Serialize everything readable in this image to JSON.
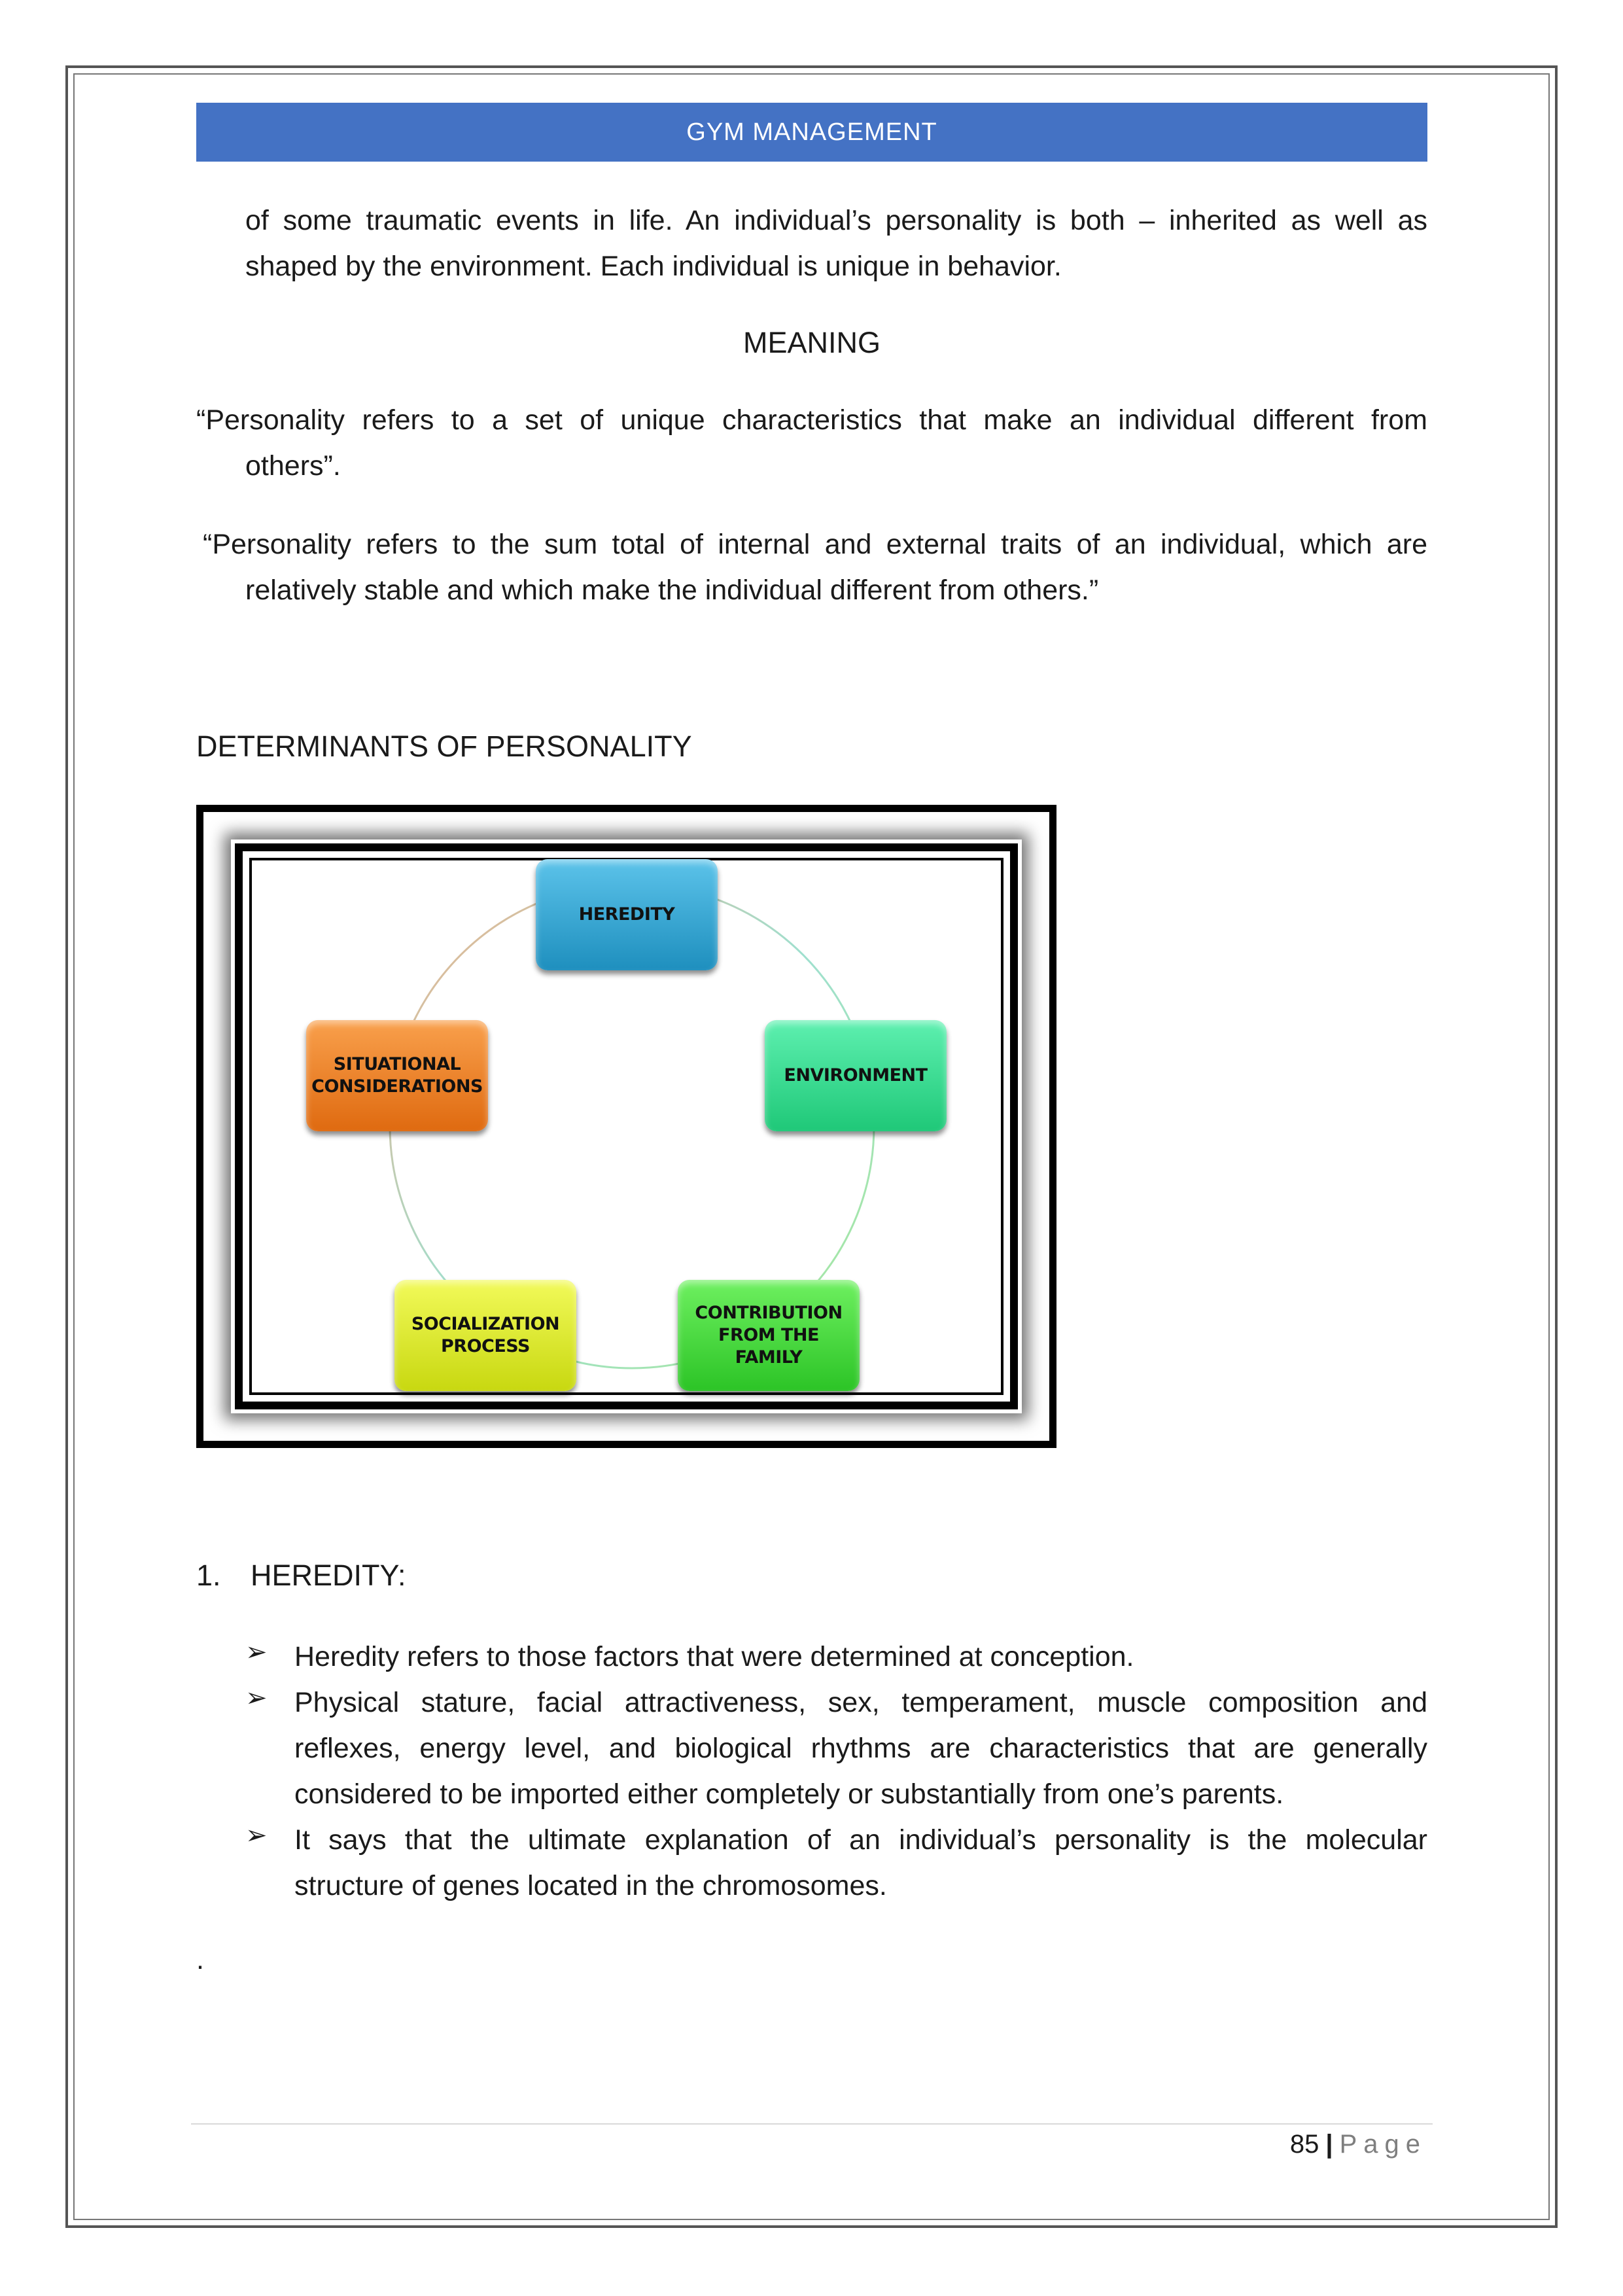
{
  "header": {
    "title": "GYM MANAGEMENT"
  },
  "intro": {
    "line1": "of some traumatic events in life. An individual’s personality is both – inherited as well as",
    "line2": "shaped by the environment. Each individual is unique in behavior."
  },
  "meaning": {
    "heading": "MEANING",
    "def1_line1": "“Personality refers to a set of unique characteristics that make an individual different from",
    "def1_line2": "others”.",
    "def2_line1": "“Personality refers to the sum total of internal and external traits of an individual, which are",
    "def2_line2": "relatively stable and which make the individual different from others.”"
  },
  "determinants": {
    "heading": "DETERMINANTS OF PERSONALITY",
    "nodes": [
      {
        "label": "HEREDITY",
        "color": "#2fa6d6"
      },
      {
        "label": "ENVIRONMENT",
        "color": "#2ee08f"
      },
      {
        "label": "CONTRIBUTION FROM THE FAMILY",
        "color": "#3fd83a"
      },
      {
        "label": "SOCIALIZATION PROCESS",
        "color": "#e0ee24"
      },
      {
        "label": "SITUATIONAL CONSIDERATIONS",
        "color": "#f07d1e"
      }
    ]
  },
  "heredity": {
    "number": "1.",
    "heading": "HEREDITY:",
    "bullet_icon": "arrow-bullet-icon",
    "bullets": [
      {
        "lines": [
          "Heredity refers to those factors that were determined at conception."
        ]
      },
      {
        "lines": [
          "Physical stature, facial attractiveness, sex, temperament, muscle composition and",
          "reflexes, energy level, and biological rhythms are characteristics that are generally",
          "considered to be imported either completely or substantially from one’s parents."
        ]
      },
      {
        "lines": [
          "It says that the ultimate explanation of an individual’s personality is the molecular",
          "structure of genes located in the chromosomes."
        ]
      }
    ],
    "trailing": "."
  },
  "footer": {
    "page_number": "85",
    "separator": "|",
    "page_label": "Page"
  }
}
